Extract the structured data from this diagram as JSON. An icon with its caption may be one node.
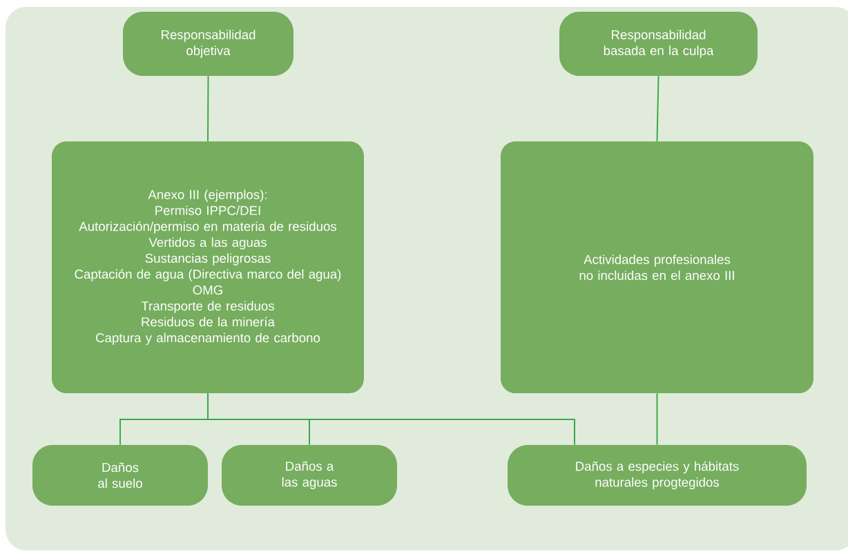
{
  "diagram": {
    "nodes": [
      {
        "text": [
          "Responsabilidad objetiva"
        ]
      },
      {
        "text": [
          "Responsabilidad basada en la culpa"
        ]
      },
      {
        "text": [
          "Anexo III (ejemplos):",
          "Permiso IPPC/DEI",
          "Autorización/permiso en materia de residuos",
          "Vertidos a las aguas",
          "Sustancias peligrosas",
          "Captación de agua (Directiva marco del agua)",
          "OMG",
          "Transporte de residuos",
          "Residuos de la minería",
          "Captura y almacenamiento de carbono"
        ]
      },
      {
        "text": [
          "Actividades profesionales no incluidas en el anexo III"
        ]
      },
      {
        "text": [
          "Daños al suelo"
        ]
      },
      {
        "text": [
          "Daños a las aguas"
        ]
      },
      {
        "text": [
          "Daños a especies y hábitats naturales progtegidos"
        ]
      }
    ],
    "edges": [
      {
        "from": 0,
        "to": 2,
        "arrow": "none"
      },
      {
        "from": 1,
        "to": 3,
        "arrow": "none"
      },
      {
        "from": 2,
        "to": 4,
        "arrow": "none"
      },
      {
        "from": 2,
        "to": 5,
        "arrow": "none"
      },
      {
        "from": 2,
        "to": 6,
        "arrow": "none"
      },
      {
        "from": 3,
        "to": 6,
        "arrow": "none"
      }
    ]
  }
}
